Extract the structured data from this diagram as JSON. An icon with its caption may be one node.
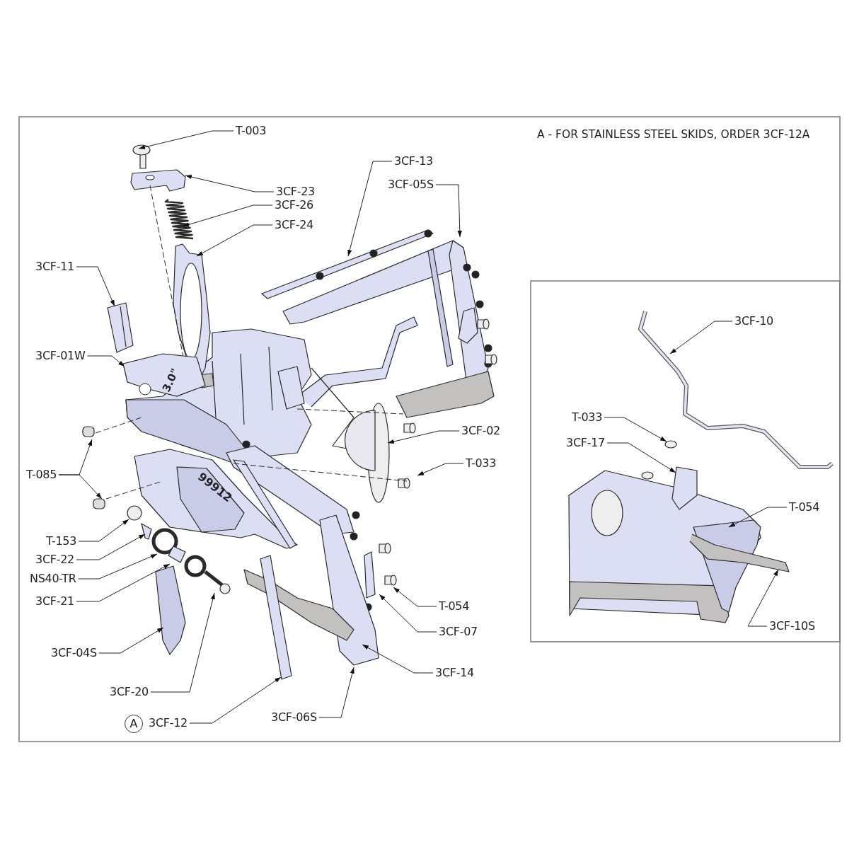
{
  "diagram": {
    "nodes": [
      {
        "text": [
          "T-003"
        ]
      },
      {
        "text": [
          "3CF-13"
        ]
      },
      {
        "text": [
          "3CF-05S"
        ]
      },
      {
        "text": [
          "3CF-23"
        ]
      },
      {
        "text": [
          "3CF-26"
        ]
      },
      {
        "text": [
          "3CF-24"
        ]
      },
      {
        "text": [
          "3CF-11"
        ]
      },
      {
        "text": [
          "3CF-10"
        ]
      },
      {
        "text": [
          "3CF-01W"
        ]
      },
      {
        "text": [
          "T-033"
        ]
      },
      {
        "text": [
          "3CF-02"
        ]
      },
      {
        "text": [
          "3CF-17"
        ]
      },
      {
        "text": [
          "T-033"
        ]
      },
      {
        "text": [
          "T-085"
        ]
      },
      {
        "text": [
          "T-054"
        ]
      },
      {
        "text": [
          "T-153"
        ]
      },
      {
        "text": [
          "3CF-22"
        ]
      },
      {
        "text": [
          "NS40-TR"
        ]
      },
      {
        "text": [
          "3CF-21"
        ]
      },
      {
        "text": [
          "T-054"
        ]
      },
      {
        "text": [
          "3CF-10S"
        ]
      },
      {
        "text": [
          "3CF-07"
        ]
      },
      {
        "text": [
          "3CF-04S"
        ]
      },
      {
        "text": [
          "3CF-14"
        ]
      },
      {
        "text": [
          "3CF-20"
        ]
      },
      {
        "text": [
          "3CF-06S"
        ]
      },
      {
        "text": [
          "A"
        ]
      },
      {
        "text": [
          "3CF-12"
        ]
      },
      {
        "text": [
          "3.0\""
        ]
      }
    ],
    "edges": [
      {
        "from": 0,
        "to": null,
        "arrow": "to"
      },
      {
        "from": 1,
        "to": null,
        "arrow": "to"
      },
      {
        "from": 2,
        "to": null,
        "arrow": "to"
      },
      {
        "from": 3,
        "to": null,
        "arrow": "to"
      },
      {
        "from": 4,
        "to": null,
        "arrow": "to"
      },
      {
        "from": 5,
        "to": null,
        "arrow": "to"
      },
      {
        "from": 6,
        "to": null,
        "arrow": "to"
      },
      {
        "from": 7,
        "to": null,
        "arrow": "to"
      },
      {
        "from": 8,
        "to": 28,
        "arrow": "to"
      },
      {
        "from": 9,
        "to": null,
        "arrow": "to"
      },
      {
        "from": 10,
        "to": null,
        "arrow": "to"
      },
      {
        "from": 11,
        "to": null,
        "arrow": "to"
      },
      {
        "from": 12,
        "to": null,
        "arrow": "to"
      },
      {
        "from": 13,
        "to": null,
        "arrow": "to"
      },
      {
        "from": 13,
        "to": null,
        "arrow": "to"
      },
      {
        "from": 14,
        "to": null,
        "arrow": "to"
      },
      {
        "from": 15,
        "to": null,
        "arrow": "to"
      },
      {
        "from": 16,
        "to": null,
        "arrow": "to"
      },
      {
        "from": 17,
        "to": null,
        "arrow": "to"
      },
      {
        "from": 18,
        "to": null,
        "arrow": "to"
      },
      {
        "from": 19,
        "to": null,
        "arrow": "to"
      },
      {
        "from": 20,
        "to": null,
        "arrow": "to"
      },
      {
        "from": 21,
        "to": null,
        "arrow": "to"
      },
      {
        "from": 22,
        "to": null,
        "arrow": "to"
      },
      {
        "from": 23,
        "to": null,
        "arrow": "to"
      },
      {
        "from": 24,
        "to": null,
        "arrow": "to"
      },
      {
        "from": 25,
        "to": null,
        "arrow": "to"
      },
      {
        "from": 27,
        "to": null,
        "arrow": "to"
      }
    ],
    "labels": [
      "A - FOR STAINLESS STEEL SKIDS, ORDER 3CF-12A",
      "99912"
    ]
  }
}
